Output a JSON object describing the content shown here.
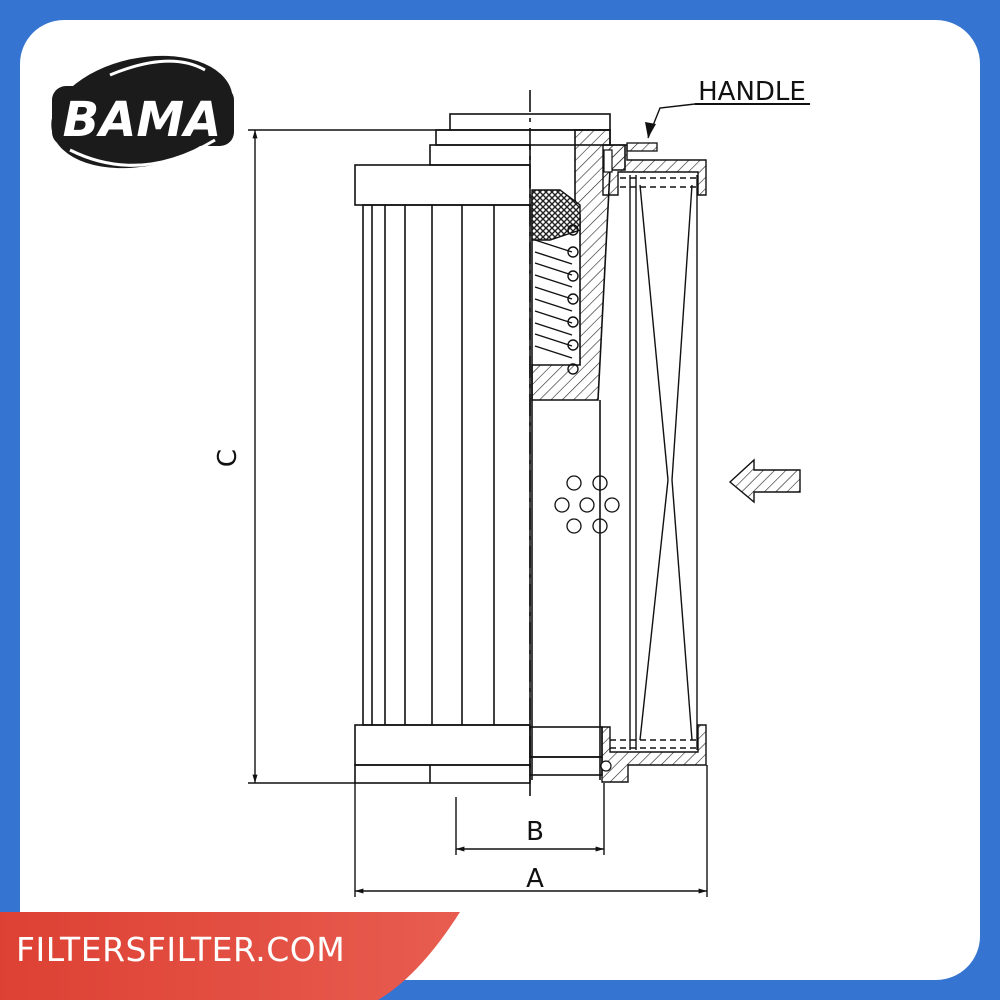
{
  "frame": {
    "border_color": "#3574d0",
    "card_color": "#ffffff"
  },
  "logo": {
    "text": "BAMA"
  },
  "labels": {
    "handle": "HANDLE",
    "dim_a": "A",
    "dim_b": "B",
    "dim_c": "C"
  },
  "footer": {
    "text": "FILTERSFILTER.COM",
    "banner_color": "#e04a3c"
  },
  "icons": {
    "flow_arrow": "arrow-left-hatched",
    "perforation": "circle-hole"
  }
}
